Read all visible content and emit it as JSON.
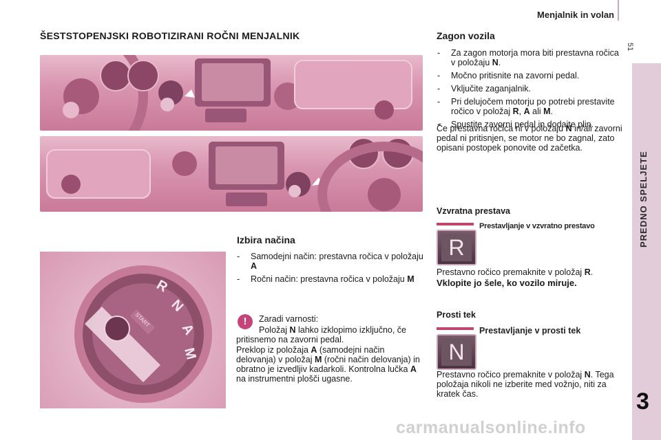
{
  "header": {
    "section": "Menjalnik in volan",
    "page_number": "51"
  },
  "side": {
    "chapter_label": "PREDNO SPELJETE",
    "chapter_number": "3"
  },
  "main_title": "ŠESTSTOPENJSKI ROBOTIZIRANI ROČNI MENJALNIK",
  "izbira": {
    "title": "Izbira načina",
    "items": [
      {
        "text": "Samodejni način: prestavna ročica v položaju ",
        "bold": "A"
      },
      {
        "text": "Ročni način: prestavna ročica v položaju ",
        "bold": "M"
      }
    ]
  },
  "safety": {
    "line1": "Zaradi varnosti:",
    "line2_pre": "Položaj ",
    "line2_bold": "N",
    "line2_post": " lahko izklopimo izključno, če pritisnemo na zavorni pedal.",
    "p_pre": "Preklop iz položaja ",
    "p_a": "A",
    "p_mid": " (samodejni način delovanja) v položaj ",
    "p_m": "M",
    "p_mid2": " (ročni način delovanja) in obratno je izvedljiv kadarkoli. Kontrolna lučka ",
    "p_a2": "A",
    "p_post": " na instrumentni plošči ugasne."
  },
  "zagon": {
    "title": "Zagon vozila",
    "item1_pre": "Za zagon motorja mora biti prestavna ročica v položaju ",
    "item1_bold": "N",
    "item1_post": ".",
    "item2": "Močno pritisnite na zavorni pedal.",
    "item3": "Vključite zaganjalnik.",
    "item4_pre": "Pri delujočem motorju po potrebi prestavite ročico v položaj ",
    "item4_r": "R",
    "item4_sep1": ", ",
    "item4_a": "A",
    "item4_sep2": " ali ",
    "item4_m": "M",
    "item4_post": ".",
    "item5": "Spustite zavorni pedal in dodajte plin.",
    "para_pre": "Če prestavna ročica ni v položaju ",
    "para_bold": "N",
    "para_post": " in/ali zavorni pedal ni pritisnjen, se motor ne bo zagnal, zato opisani postopek ponovite od začetka."
  },
  "vzvratna": {
    "title": "Vzvratna prestava",
    "caption": "Prestavljanje v vzvratno prestavo",
    "gear": "R",
    "text_pre": "Prestavno ročico premaknite v položaj ",
    "text_bold": "R",
    "text_post": ".",
    "warning": "Vklopite jo šele, ko vozilo miruje."
  },
  "prosti": {
    "title": "Prosti tek",
    "caption": "Prestavljanje v prosti tek",
    "gear": "N",
    "text_pre": "Prestavno ročico premaknite v položaj ",
    "text_bold": "N",
    "text_post": ". Tega položaja nikoli ne izberite med vožnjo, niti za kratek čas."
  },
  "knob": {
    "letters": [
      "R",
      "N",
      "A",
      "M"
    ],
    "start_label": "START"
  },
  "watermark": "carmanualsonline.info",
  "colors": {
    "accent": "#c7447a",
    "tab": "#e3ccd9",
    "photo_pink": "#d996b0"
  }
}
